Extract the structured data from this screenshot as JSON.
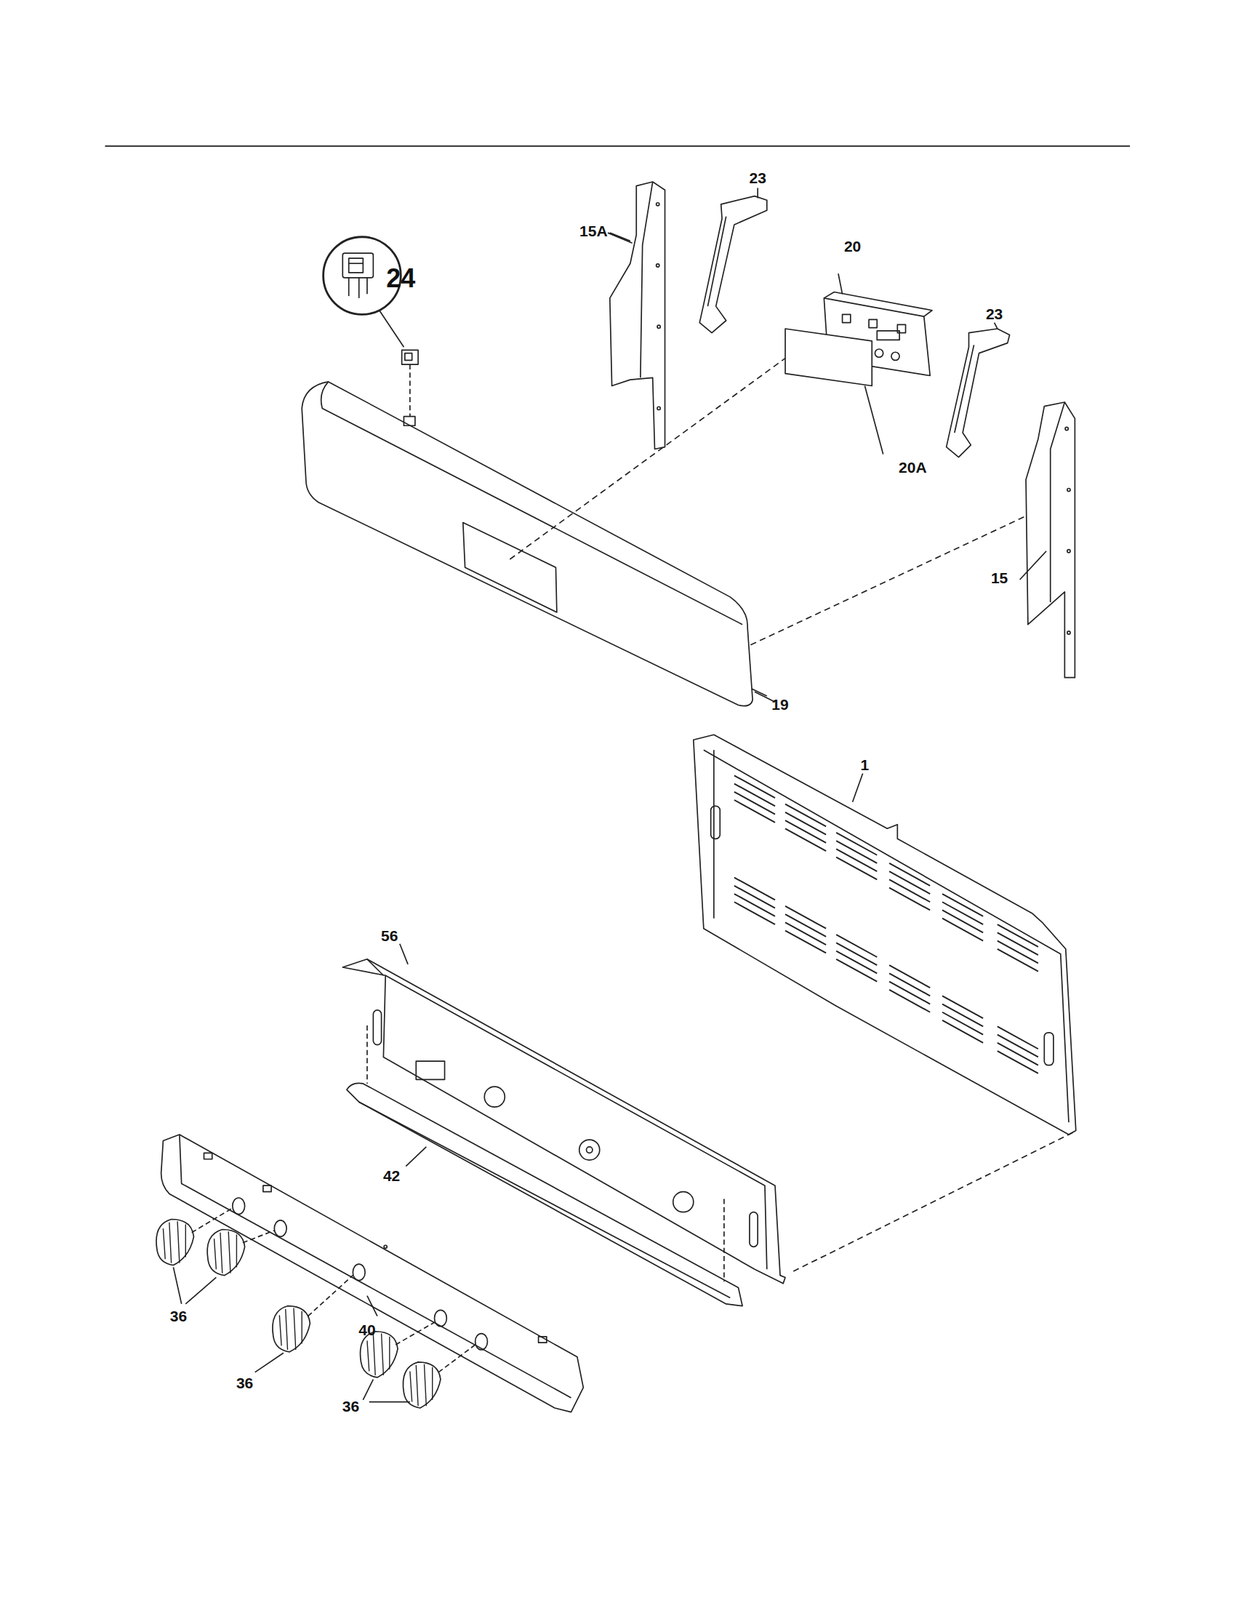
{
  "diagram": {
    "labels": [
      "23",
      "15A",
      "20",
      "23",
      "24",
      "20A",
      "15",
      "19",
      "1",
      "56",
      "42",
      "36",
      "40",
      "36",
      "36"
    ]
  }
}
